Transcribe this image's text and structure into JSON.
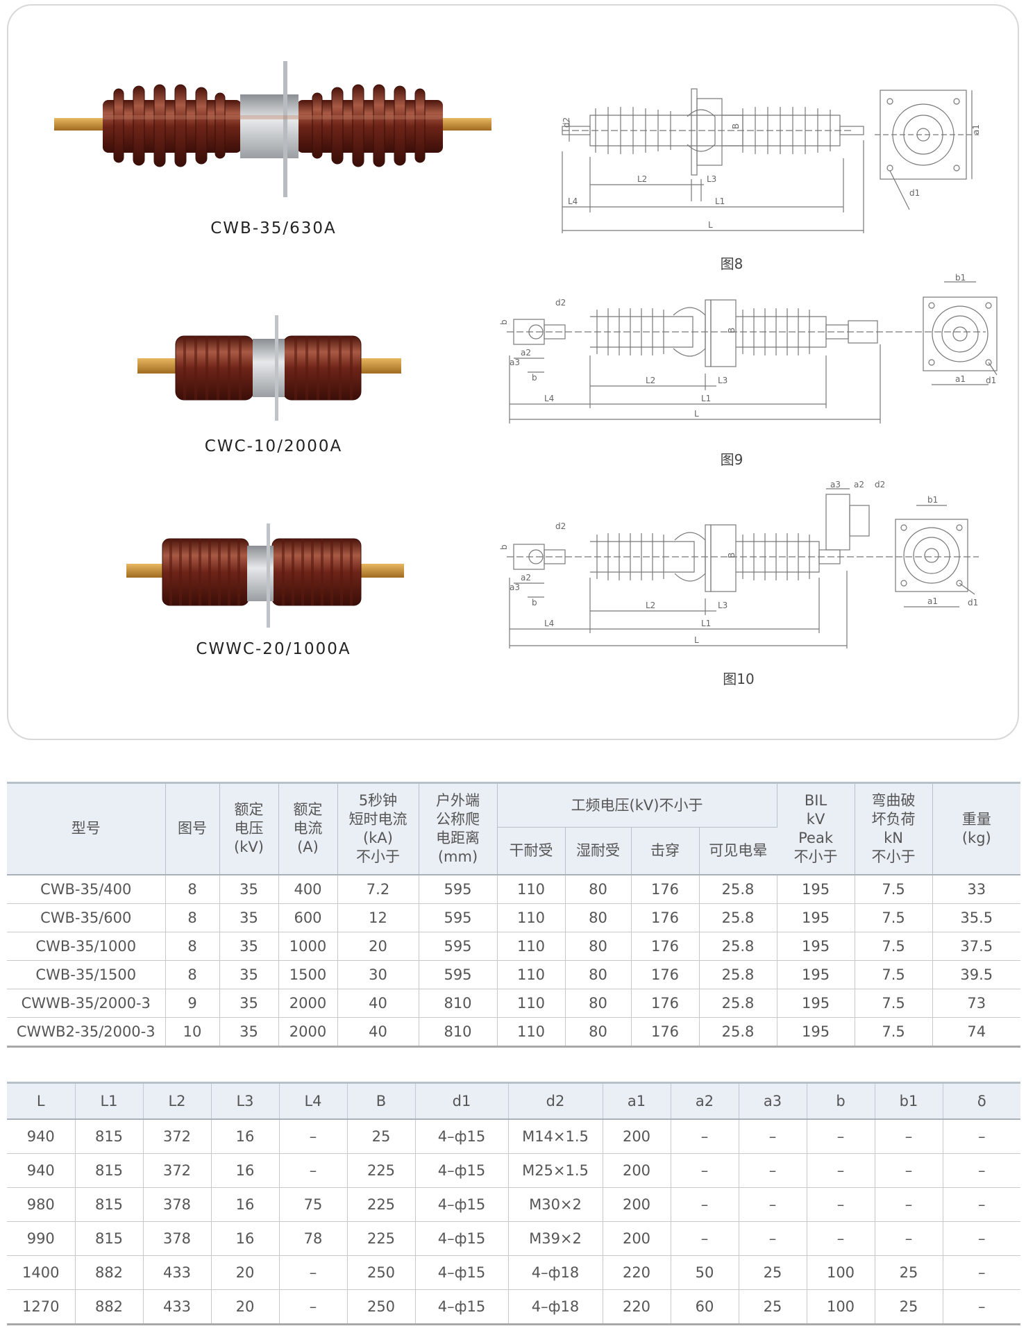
{
  "products": [
    {
      "model": "CWB-35/630A"
    },
    {
      "model": "CWC-10/2000A"
    },
    {
      "model": "CWWC-20/1000A"
    }
  ],
  "figures": [
    {
      "caption": "图8",
      "labels": {
        "d2": "d2",
        "L2": "L2",
        "L3": "L3",
        "L4": "L4",
        "L1": "L1",
        "L": "L",
        "B": "B",
        "a1": "a1",
        "d1": "d1"
      }
    },
    {
      "caption": "图9",
      "labels": {
        "b": "b",
        "a2": "a2",
        "a3": "a3",
        "d2": "d2",
        "L2": "L2",
        "L3": "L3",
        "L4": "L4",
        "L1": "L1",
        "L": "L",
        "B": "B",
        "b1": "b1",
        "a1": "a1",
        "d1": "d1"
      }
    },
    {
      "caption": "图10",
      "labels": {
        "b": "b",
        "a2": "a2",
        "a3": "a3",
        "d2": "d2",
        "L2": "L2",
        "L3": "L3",
        "L4": "L4",
        "L1": "L1",
        "L": "L",
        "B": "B",
        "b1": "b1",
        "a1": "a1",
        "d1": "d1"
      }
    }
  ],
  "spec_table": {
    "headers": {
      "model": "型号",
      "figure": "图号",
      "rated_voltage": [
        "额定",
        "电压",
        "(kV)"
      ],
      "rated_current": [
        "额定",
        "电流",
        "(A)"
      ],
      "short_time_current": [
        "5秒钟",
        "短时电流",
        "(kA)",
        "不小于"
      ],
      "creepage": [
        "户外端",
        "公称爬",
        "电距离",
        "(mm)"
      ],
      "power_freq_group": "工频电压(kV)不小于",
      "dry": "干耐受",
      "wet": "湿耐受",
      "breakdown": "击穿",
      "corona": "可见电晕",
      "bil": [
        "BIL",
        "kV",
        "Peak",
        "不小于"
      ],
      "bending": [
        "弯曲破",
        "坏负荷",
        "kN",
        "不小于"
      ],
      "weight": [
        "重量",
        "(kg)"
      ]
    },
    "rows": [
      [
        "CWB-35/400",
        "8",
        "35",
        "400",
        "7.2",
        "595",
        "110",
        "80",
        "176",
        "25.8",
        "195",
        "7.5",
        "33"
      ],
      [
        "CWB-35/600",
        "8",
        "35",
        "600",
        "12",
        "595",
        "110",
        "80",
        "176",
        "25.8",
        "195",
        "7.5",
        "35.5"
      ],
      [
        "CWB-35/1000",
        "8",
        "35",
        "1000",
        "20",
        "595",
        "110",
        "80",
        "176",
        "25.8",
        "195",
        "7.5",
        "37.5"
      ],
      [
        "CWB-35/1500",
        "8",
        "35",
        "1500",
        "30",
        "595",
        "110",
        "80",
        "176",
        "25.8",
        "195",
        "7.5",
        "39.5"
      ],
      [
        "CWWB-35/2000-3",
        "9",
        "35",
        "2000",
        "40",
        "810",
        "110",
        "80",
        "176",
        "25.8",
        "195",
        "7.5",
        "73"
      ],
      [
        "CWWB2-35/2000-3",
        "10",
        "35",
        "2000",
        "40",
        "810",
        "110",
        "80",
        "176",
        "25.8",
        "195",
        "7.5",
        "74"
      ]
    ]
  },
  "dim_table": {
    "headers": [
      "L",
      "L1",
      "L2",
      "L3",
      "L4",
      "B",
      "d1",
      "d2",
      "a1",
      "a2",
      "a3",
      "b",
      "b1",
      "δ"
    ],
    "rows": [
      [
        "940",
        "815",
        "372",
        "16",
        "–",
        "25",
        "4–ф15",
        "M14×1.5",
        "200",
        "–",
        "–",
        "–",
        "–",
        "–"
      ],
      [
        "940",
        "815",
        "372",
        "16",
        "–",
        "225",
        "4–ф15",
        "M25×1.5",
        "200",
        "–",
        "–",
        "–",
        "–",
        "–"
      ],
      [
        "980",
        "815",
        "378",
        "16",
        "75",
        "225",
        "4–ф15",
        "M30×2",
        "200",
        "–",
        "–",
        "–",
        "–",
        "–"
      ],
      [
        "990",
        "815",
        "378",
        "16",
        "78",
        "225",
        "4–ф15",
        "M39×2",
        "200",
        "–",
        "–",
        "–",
        "–",
        "–"
      ],
      [
        "1400",
        "882",
        "433",
        "20",
        "–",
        "250",
        "4–ф15",
        "4–ф18",
        "220",
        "50",
        "25",
        "100",
        "25",
        "–"
      ],
      [
        "1270",
        "882",
        "433",
        "20",
        "–",
        "250",
        "4–ф15",
        "4–ф18",
        "220",
        "60",
        "25",
        "100",
        "25",
        "–"
      ]
    ]
  },
  "colors": {
    "porcelain": "#6e2418",
    "porcelain_highlight": "#a85a44",
    "flange": "#c8ccd0",
    "terminal": "#c8963a",
    "header_bg": "#e9eff4"
  }
}
